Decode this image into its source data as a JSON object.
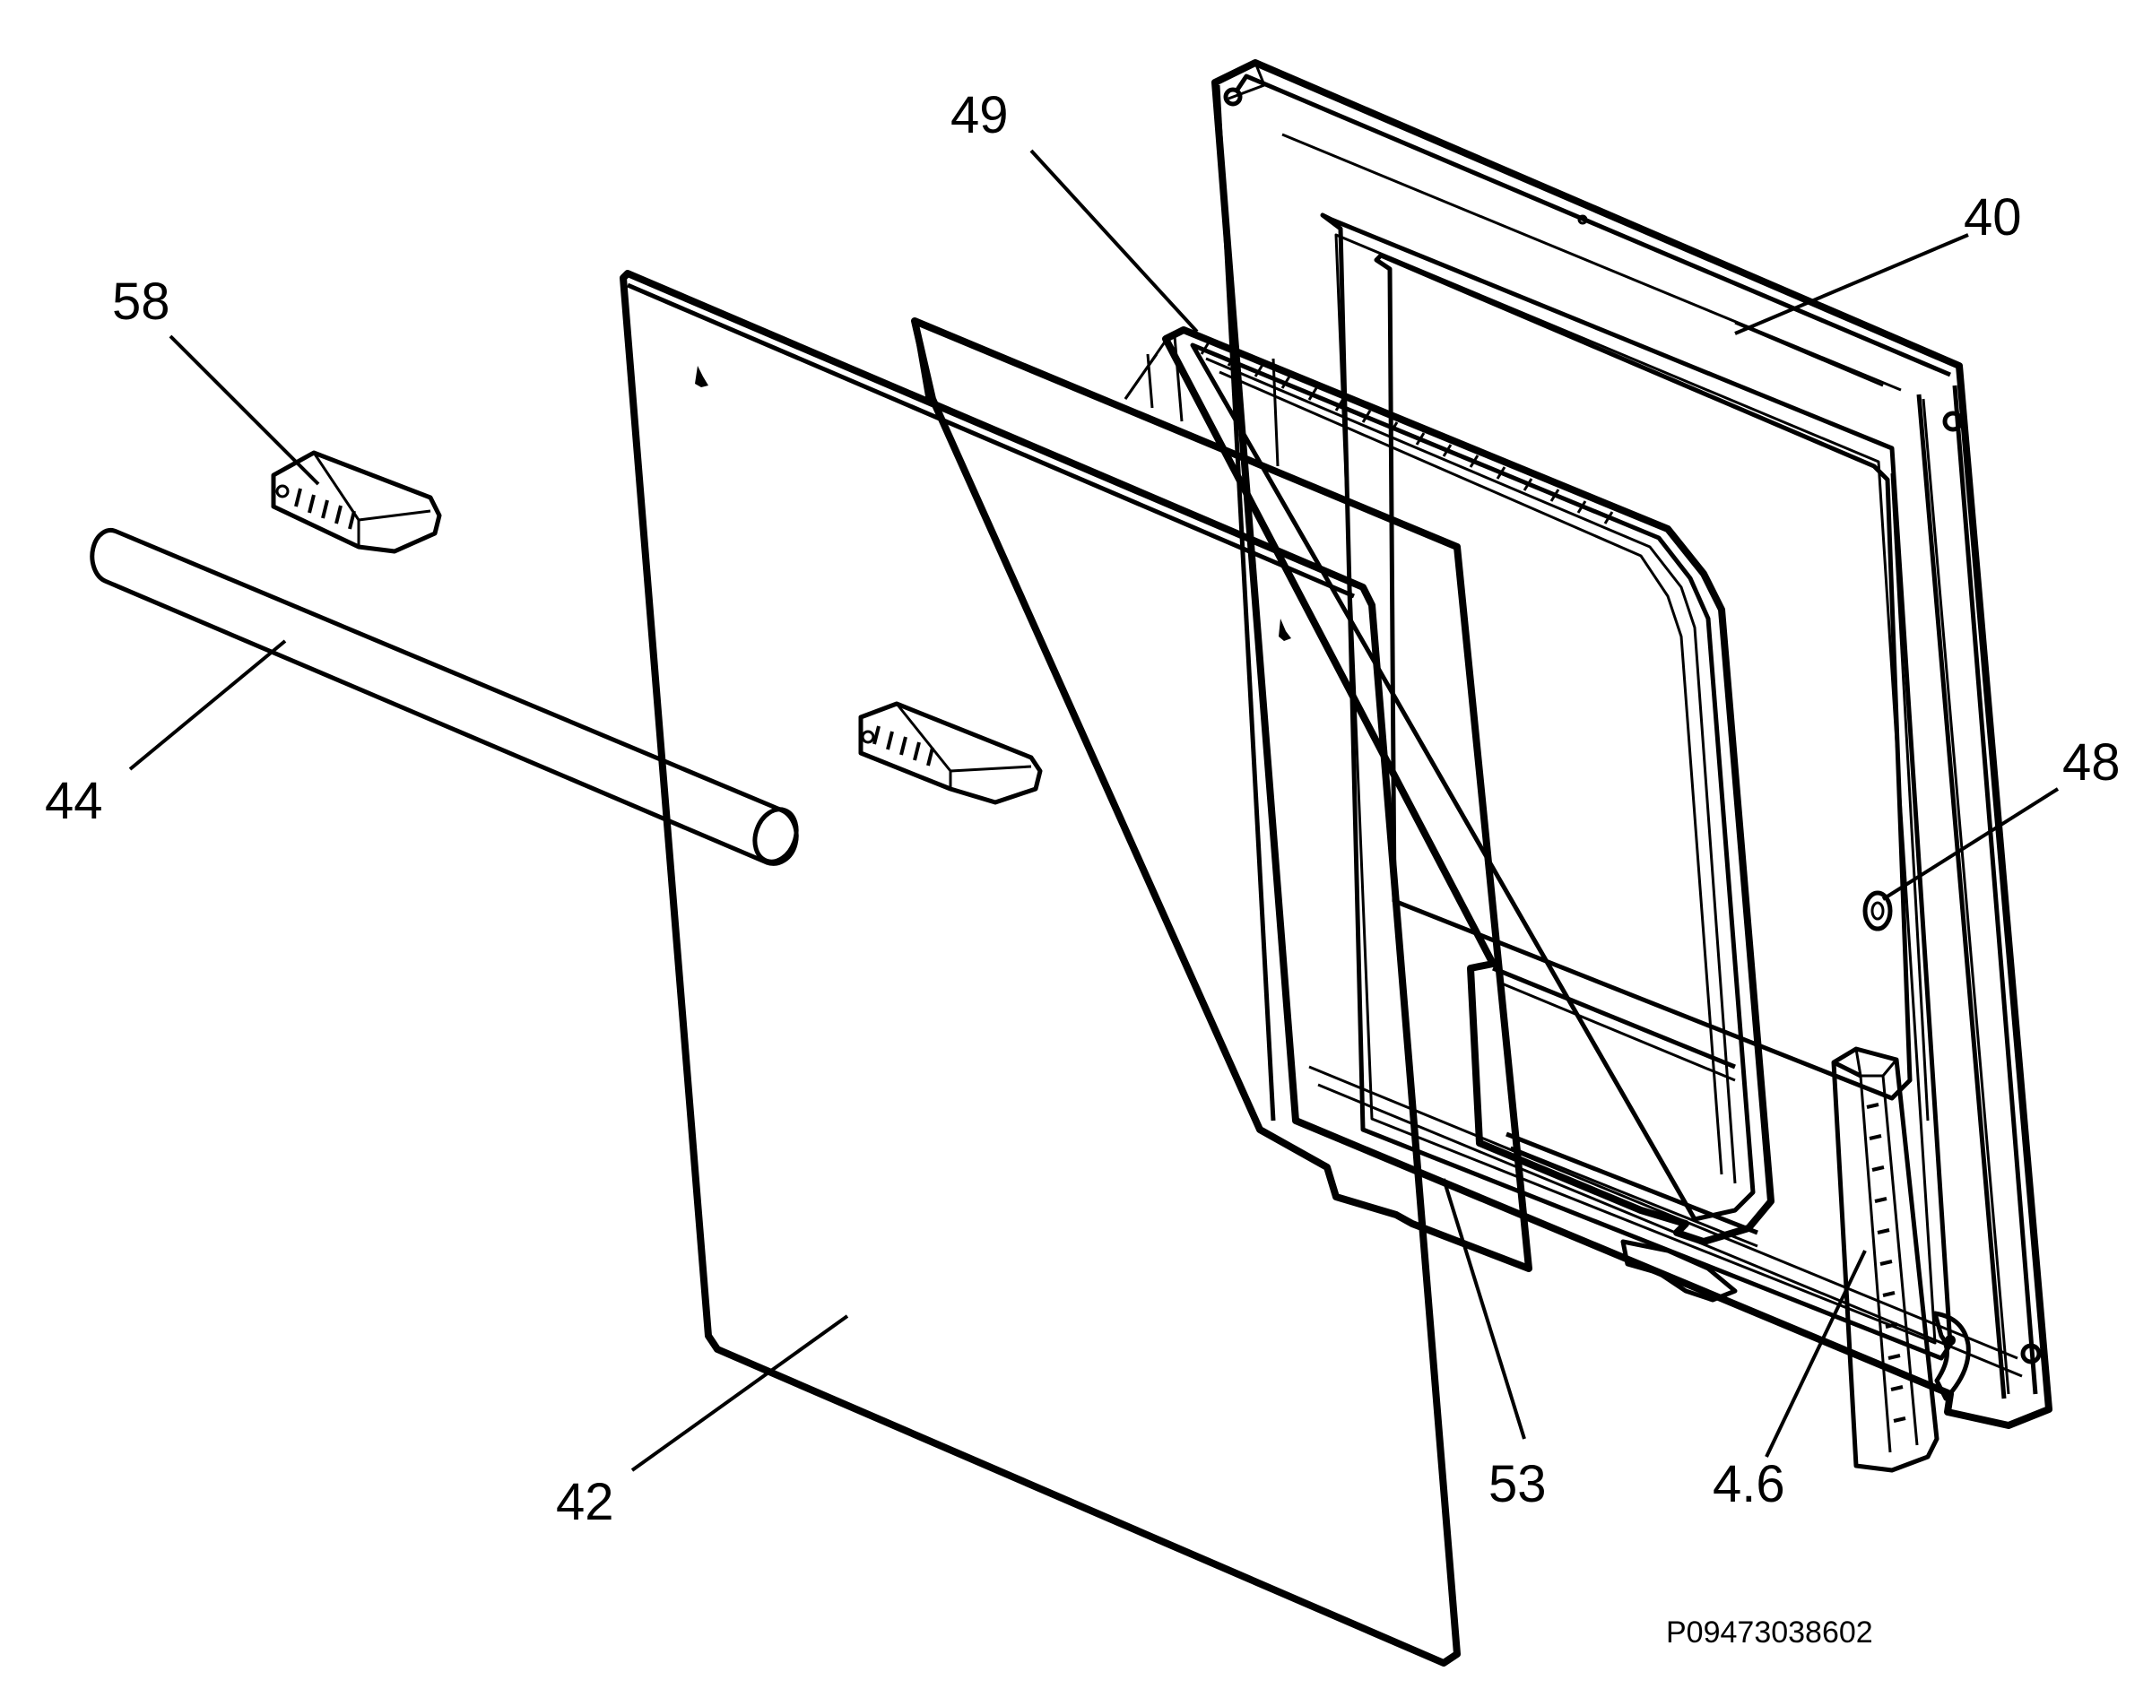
{
  "diagram": {
    "type": "exploded-parts-view",
    "callouts": [
      {
        "id": "c58",
        "label": "58",
        "part": "clip-top"
      },
      {
        "id": "c44",
        "label": "44",
        "part": "door-handle-bar"
      },
      {
        "id": "c49",
        "label": "49",
        "part": "inner-door-frame"
      },
      {
        "id": "c40",
        "label": "40",
        "part": "door-frame"
      },
      {
        "id": "c48",
        "label": "48",
        "part": "screw"
      },
      {
        "id": "c42",
        "label": "42",
        "part": "outer-glass-panel"
      },
      {
        "id": "c53",
        "label": "53",
        "part": "middle-glass-panel"
      },
      {
        "id": "c46",
        "label": "4.6",
        "part": "hinge-bracket"
      }
    ],
    "drawing_code": "P09473038602"
  }
}
